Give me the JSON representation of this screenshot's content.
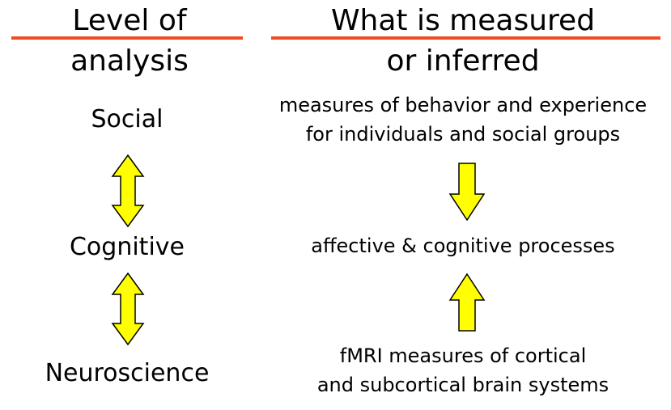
{
  "left_column": {
    "heading_line1": "Level of",
    "heading_line2": "analysis",
    "levels": [
      "Social",
      "Cognitive",
      "Neuroscience"
    ]
  },
  "right_column": {
    "heading_line1": "What is measured",
    "heading_line2": "or inferred",
    "items": [
      {
        "line1": "measures of behavior and experience",
        "line2": "for individuals and social groups"
      },
      {
        "line1": "affective & cognitive processes"
      },
      {
        "line1": "fMRI measures of cortical",
        "line2": "and subcortical brain systems"
      }
    ]
  },
  "colors": {
    "rule": "#ee4e22",
    "arrow_fill": "#ffff00",
    "arrow_stroke": "#000000",
    "text": "#000000"
  },
  "icons": {
    "left_arrows": "double-headed-vertical-arrow-icon",
    "right_top_arrow": "down-arrow-icon",
    "right_bottom_arrow": "up-arrow-icon"
  }
}
